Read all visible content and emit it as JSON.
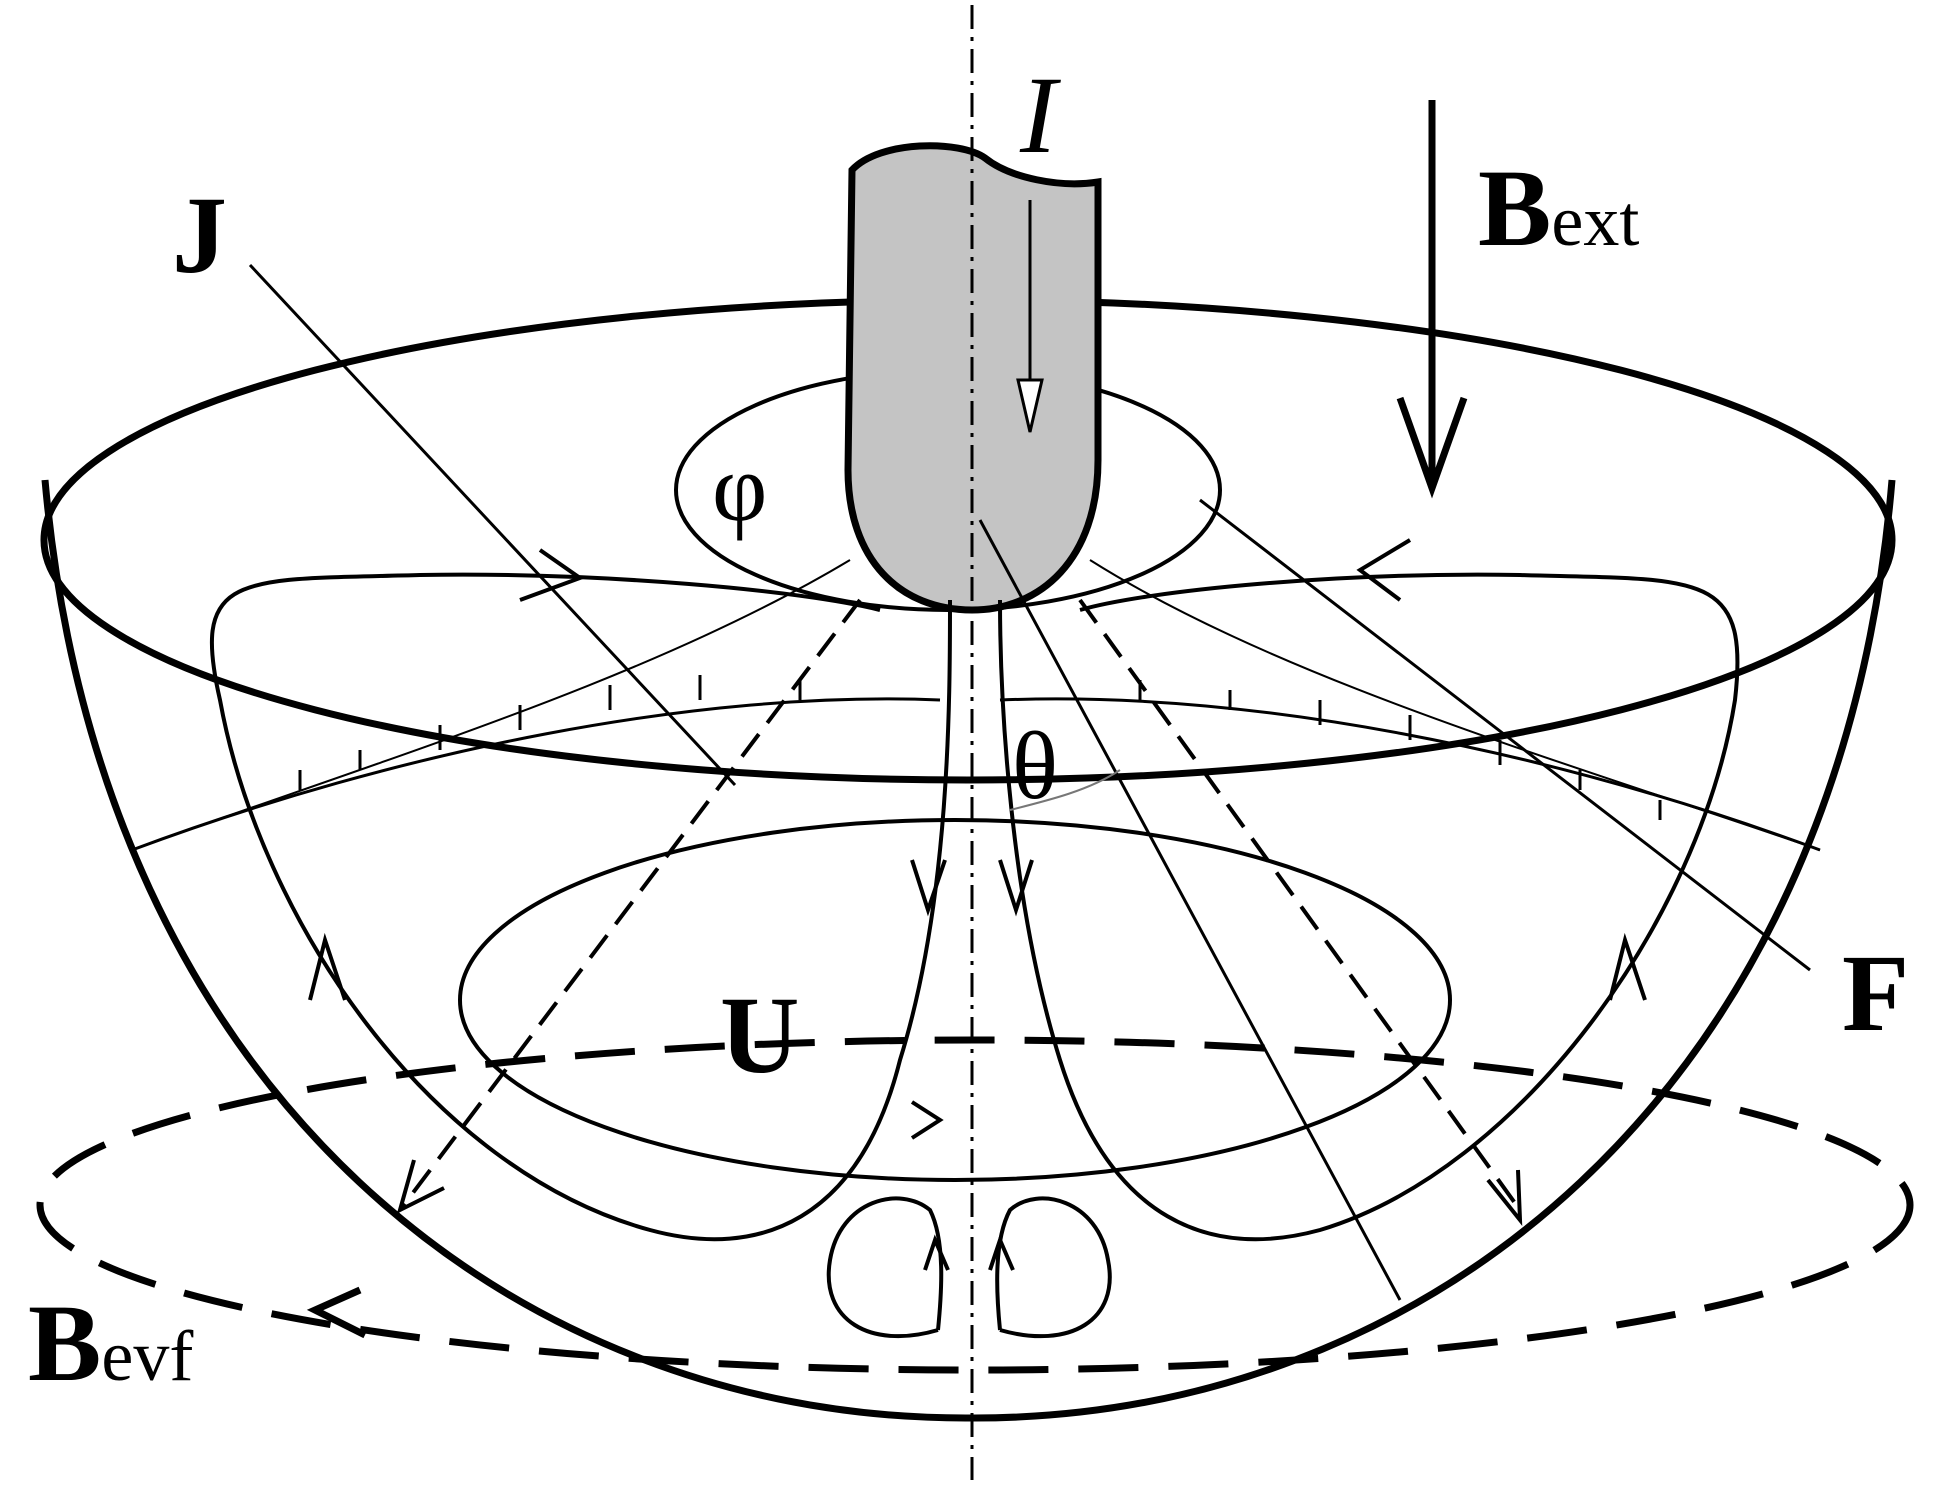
{
  "labels": {
    "current_main": "I",
    "b_ext_main": "B",
    "b_ext_sub": "ext",
    "current_density": "J",
    "azimuth": "φ",
    "polar_angle": "θ",
    "velocity": "U",
    "force": "F",
    "b_evf_main": "B",
    "b_evf_sub": "evf"
  },
  "colors": {
    "stroke": "#000000",
    "electrode_fill": "#c4c4c4",
    "background": "#ffffff"
  }
}
